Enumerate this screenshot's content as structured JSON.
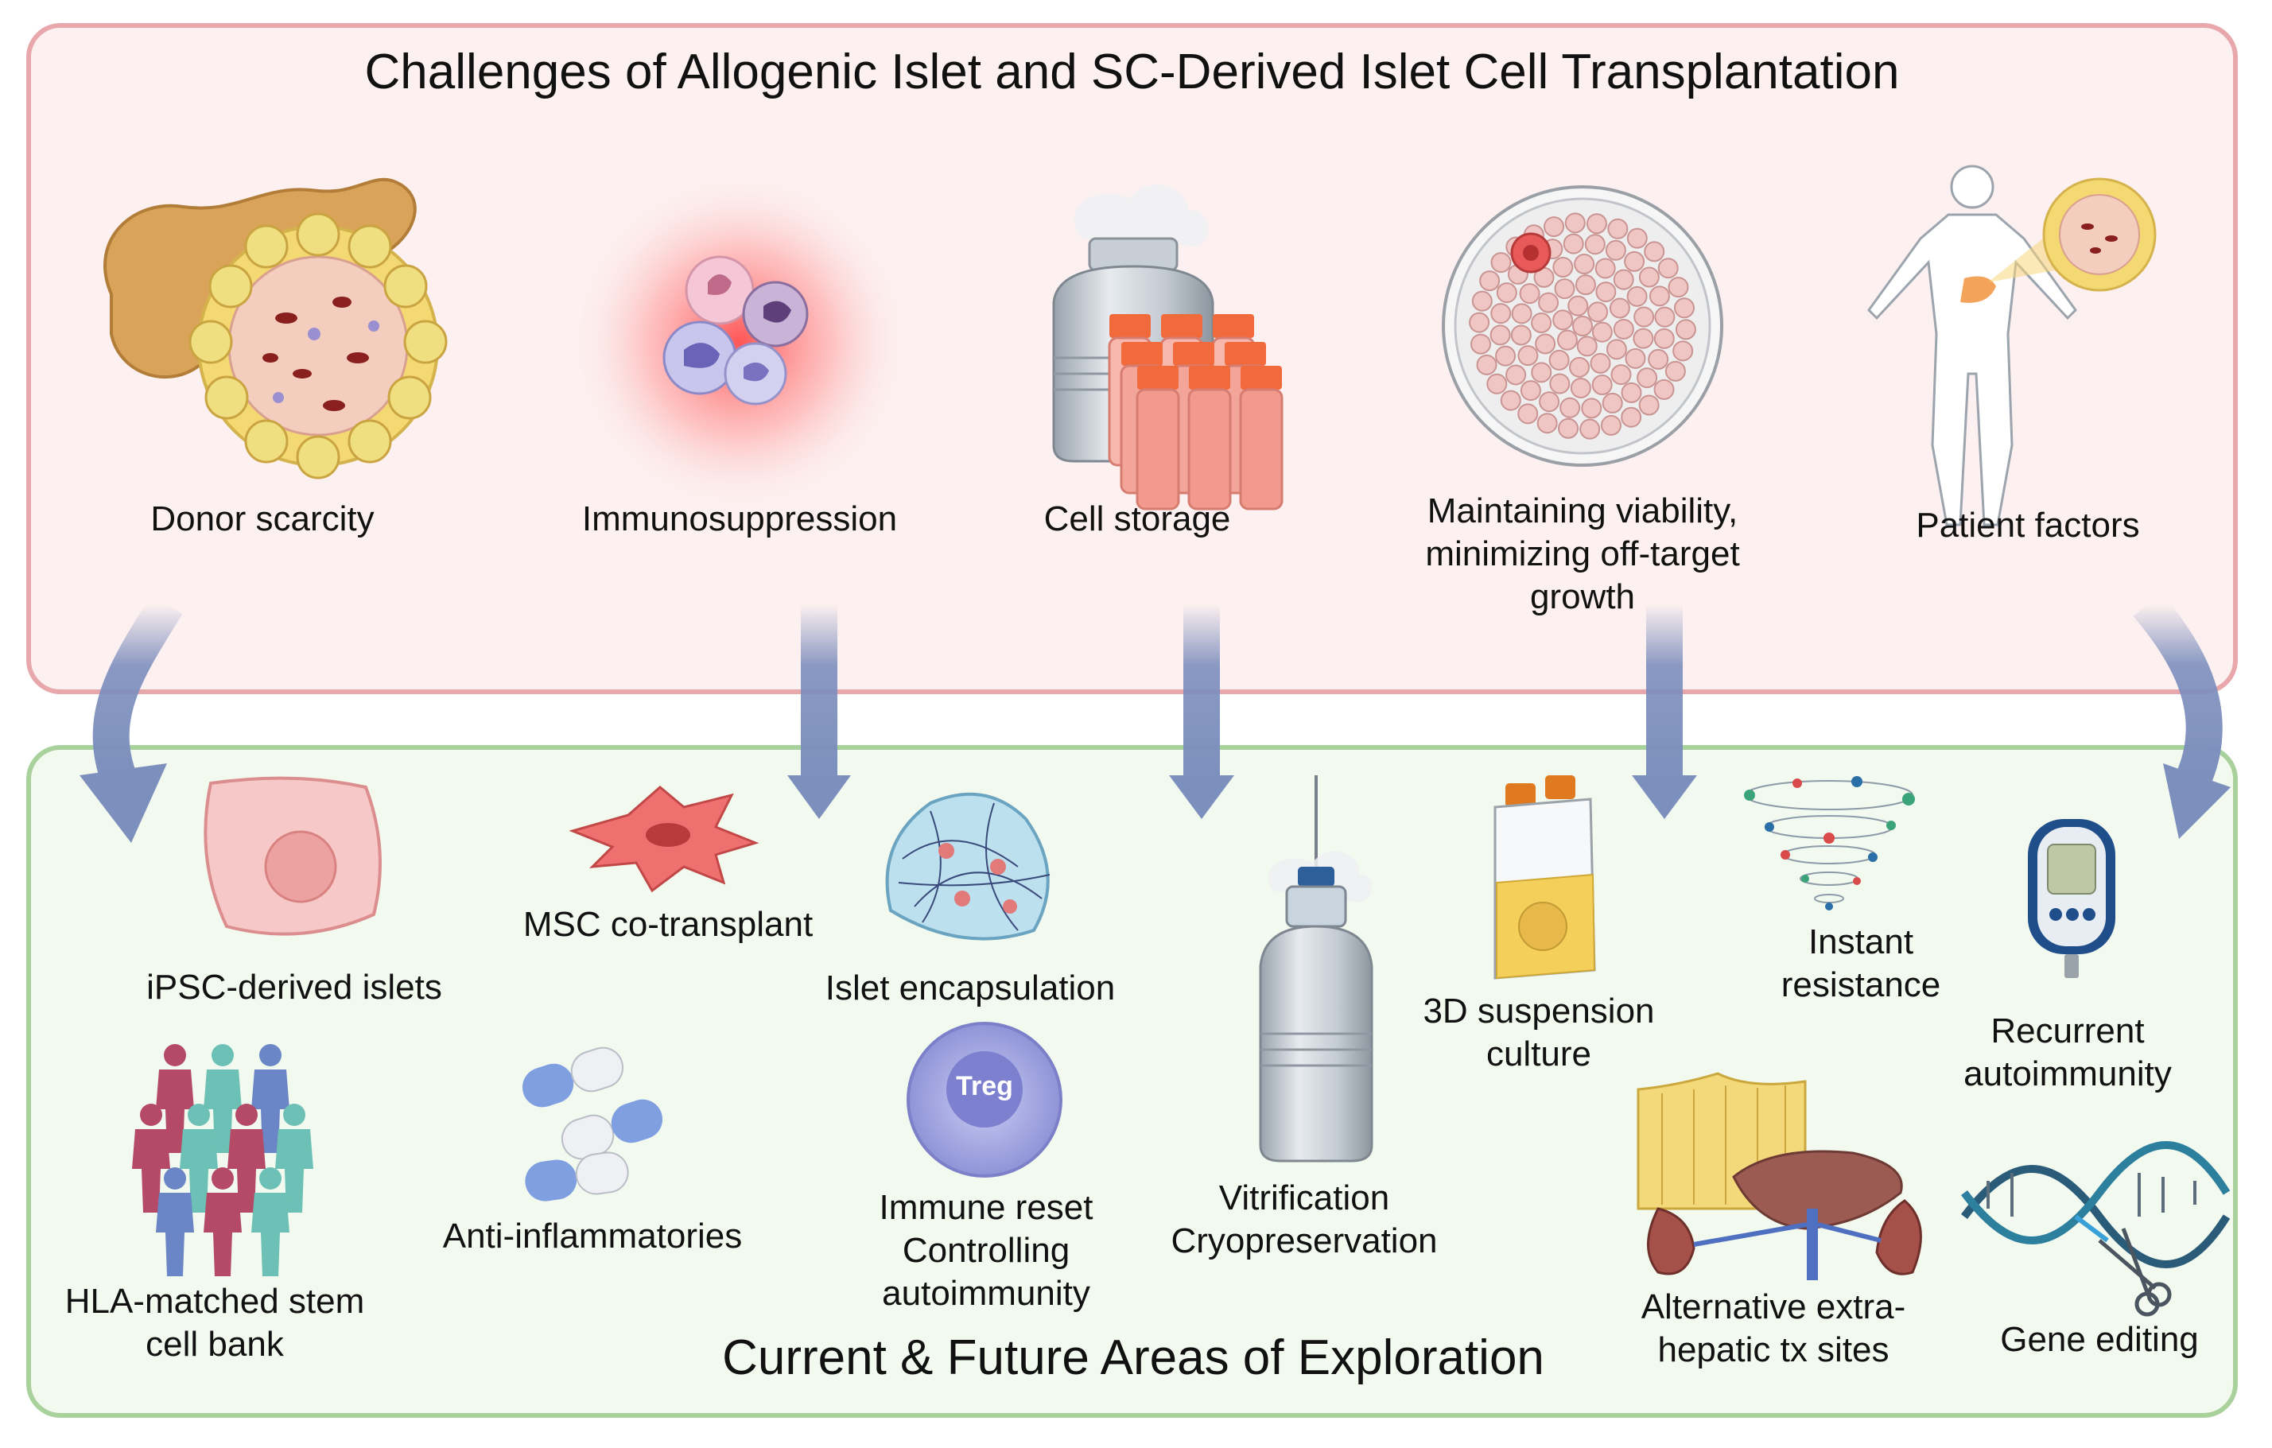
{
  "top_panel": {
    "title": "Challenges of Allogenic Islet and SC-Derived Islet Cell Transplantation",
    "items": [
      {
        "label": "Donor scarcity",
        "icon": "pancreas-islet-icon"
      },
      {
        "label": "Immunosuppression",
        "icon": "immune-cells-icon"
      },
      {
        "label": "Cell storage",
        "icon": "cryo-tank-tubes-icon"
      },
      {
        "label": "Maintaining viability,\nminimizing off-target\ngrowth",
        "icon": "petri-dish-icon"
      },
      {
        "label": "Patient factors",
        "icon": "human-body-icon"
      }
    ]
  },
  "bottom_panel": {
    "title": "Current & Future Areas of Exploration",
    "items": [
      {
        "label": "iPSC-derived islets",
        "icon": "stem-cell-icon"
      },
      {
        "label": "MSC co-transplant",
        "icon": "msc-cell-icon"
      },
      {
        "label": "Islet encapsulation",
        "icon": "encapsulation-icon"
      },
      {
        "label": "3D suspension\nculture",
        "icon": "culture-flask-icon"
      },
      {
        "label": "Instant\nresistance",
        "icon": "molecule-swirl-icon"
      },
      {
        "label": "Recurrent\nautoimmunity",
        "icon": "glucometer-icon"
      },
      {
        "label": "HLA-matched stem\ncell bank",
        "icon": "people-group-icon"
      },
      {
        "label": "Anti-inflammatories",
        "icon": "capsules-icon"
      },
      {
        "label": "Immune reset\nControlling\nautoimmunity",
        "icon": "treg-cell-icon"
      },
      {
        "label": "Vitrification\nCryopreservation",
        "icon": "cryo-dewar-icon"
      },
      {
        "label": "Alternative extra-\nhepatic tx sites",
        "icon": "organs-icon"
      },
      {
        "label": "Gene editing",
        "icon": "dna-scissors-icon"
      }
    ],
    "treg_label": "Treg"
  },
  "colors": {
    "top_panel_fill": "#fdf0f0",
    "top_panel_border": "#e8a7ab",
    "bottom_panel_fill": "#f2f9ef",
    "bottom_panel_border": "#a9d19b",
    "arrow": "#7d8fbd"
  }
}
